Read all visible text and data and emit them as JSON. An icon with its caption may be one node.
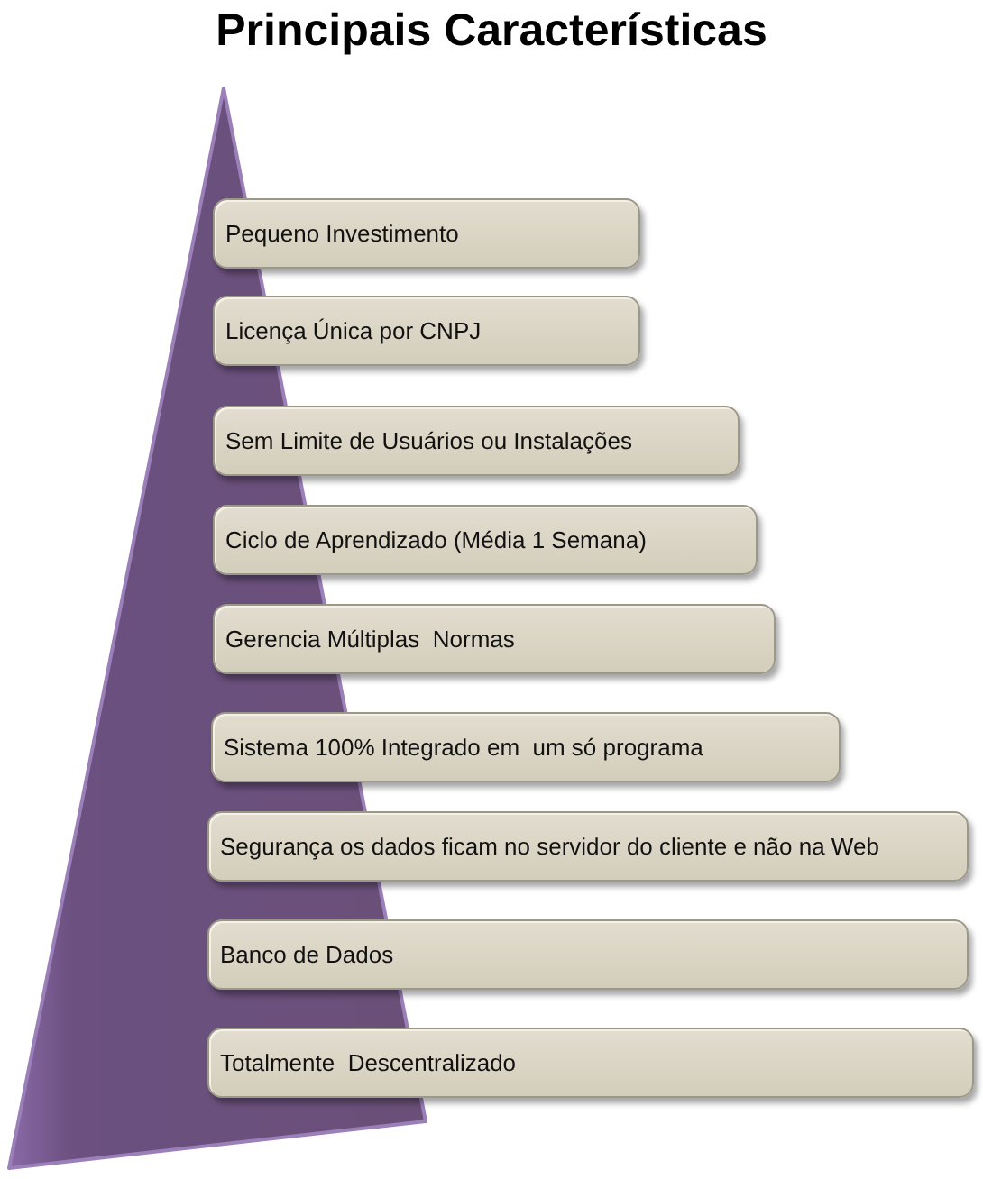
{
  "diagram": {
    "title": "Principais Características",
    "nodes": [
      {
        "text": [
          "Pequeno Investimento"
        ]
      },
      {
        "text": [
          "Licença Única por CNPJ"
        ]
      },
      {
        "text": [
          "Sem Limite de Usuários ou Instalações"
        ]
      },
      {
        "text": [
          "Ciclo de Aprendizado (Média 1 Semana)"
        ]
      },
      {
        "text": [
          "Gerencia Múltiplas  Normas"
        ]
      },
      {
        "text": [
          "Sistema 100% Integrado em  um só programa"
        ]
      },
      {
        "text": [
          "Segurança os dados ficam no servidor do cliente e não na Web"
        ]
      },
      {
        "text": [
          "Banco de Dados"
        ]
      },
      {
        "text": [
          "Totalmente  Descentralizado"
        ]
      }
    ]
  }
}
